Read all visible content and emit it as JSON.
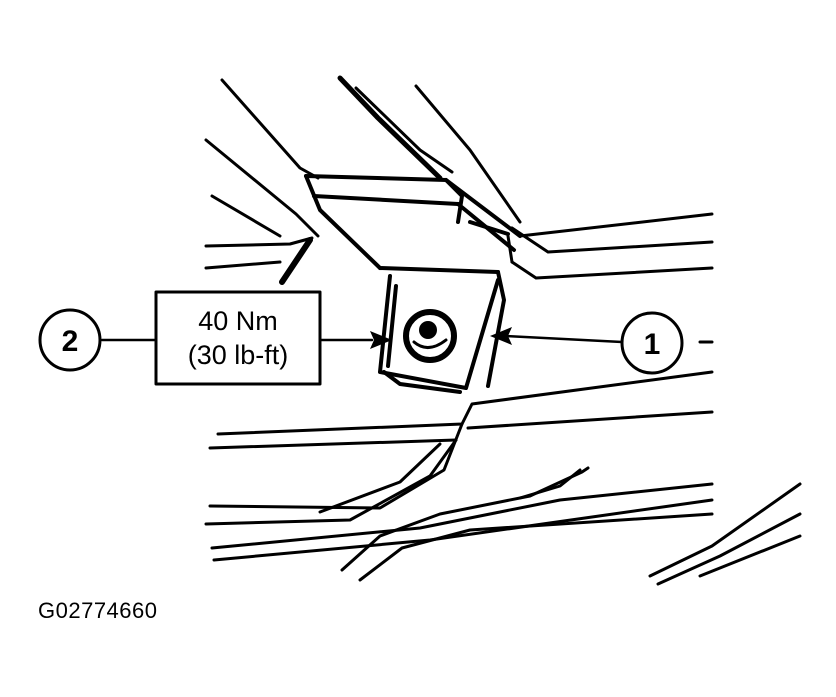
{
  "callouts": {
    "left_number": "2",
    "right_number": "1",
    "torque_metric": "40 Nm",
    "torque_imperial": "(30 lb-ft)"
  },
  "figure_id": "G02774660",
  "colors": {
    "ink": "#000000",
    "paper": "#ffffff"
  }
}
